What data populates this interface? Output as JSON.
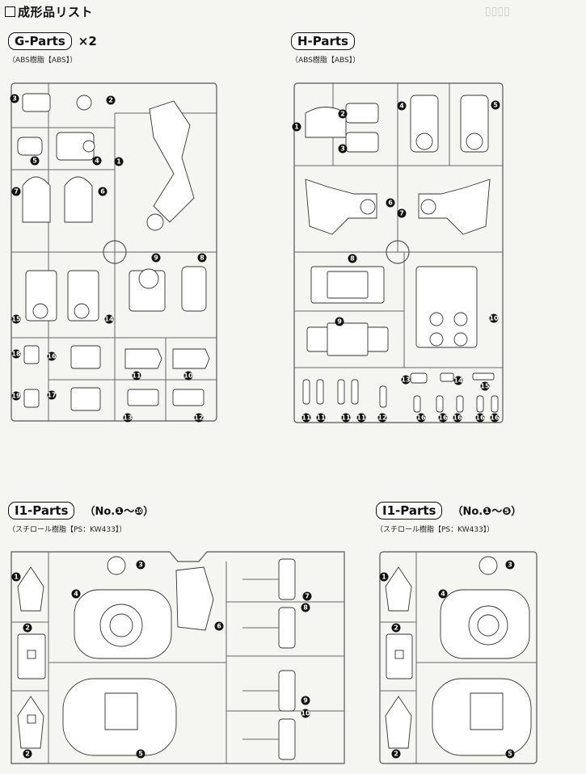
{
  "page": {
    "title": "成形品リスト"
  },
  "groups": {
    "g": {
      "label": "G-Parts",
      "multiplier": "×2",
      "material": "（ABS樹脂【ABS】）",
      "numbers": [
        "❸",
        "❷",
        "❺",
        "❹",
        "❶",
        "❼",
        "❻",
        "❾",
        "❽",
        "⓯",
        "⓮",
        "⓲",
        "⓰",
        "⓫",
        "❿",
        "⓳",
        "⓱",
        "⓭",
        "⓬"
      ]
    },
    "h": {
      "label": "H-Parts",
      "material": "（ABS樹脂【ABS】）",
      "numbers": [
        "❶",
        "❷",
        "❸",
        "❹",
        "❺",
        "❻",
        "❼",
        "❽",
        "❾",
        "❿",
        "⓭",
        "⓮",
        "⓯",
        "⓫",
        "⓫",
        "⓫",
        "⓫",
        "⓬",
        "⓰",
        "⓰",
        "⓰",
        "⓰",
        "⓰"
      ]
    },
    "i1a": {
      "label": "I1-Parts",
      "range": "（No.❶～❿）",
      "material": "（スチロール樹脂【PS：KW433】）",
      "numbers": [
        "❸",
        "❶",
        "❹",
        "❻",
        "❷",
        "❼",
        "❽",
        "❾",
        "❿",
        "❷",
        "❺"
      ]
    },
    "i1b": {
      "label": "I1-Parts",
      "range": "（No.❶～❺）",
      "material": "（スチロール樹脂【PS：KW433】）",
      "numbers": [
        "❸",
        "❶",
        "❹",
        "❷",
        "❷",
        "❺"
      ]
    }
  }
}
